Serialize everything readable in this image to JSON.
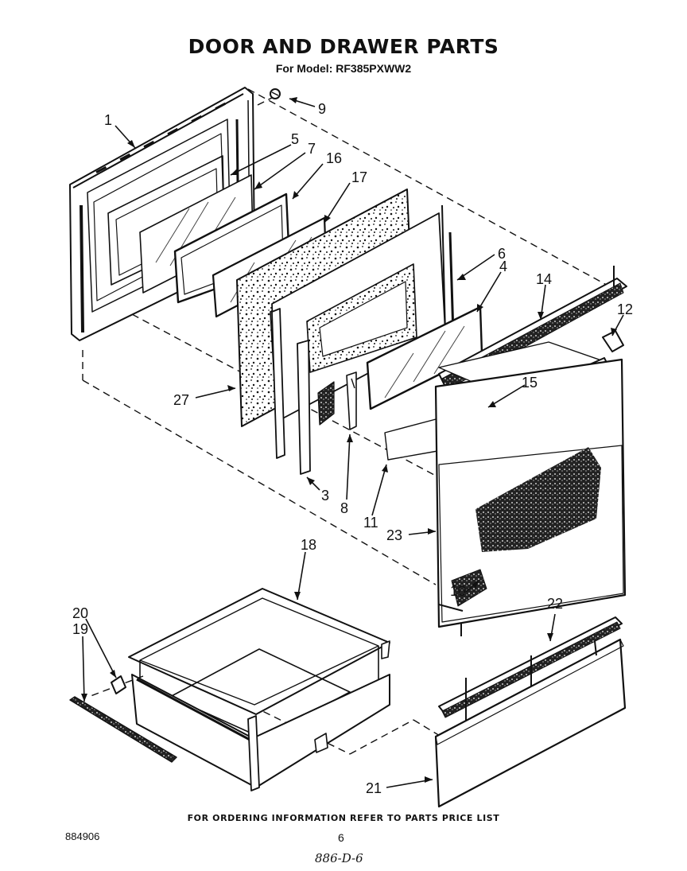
{
  "header": {
    "title": "DOOR AND DRAWER PARTS",
    "subtitle": "For Model: RF385PXWW2"
  },
  "callouts": [
    "1",
    "5",
    "7",
    "16",
    "17",
    "9",
    "6",
    "4",
    "14",
    "12",
    "15",
    "27",
    "3",
    "8",
    "11",
    "23",
    "10",
    "18",
    "20",
    "19",
    "22",
    "21"
  ],
  "footer": {
    "note": "FOR ORDERING INFORMATION REFER TO PARTS PRICE LIST",
    "doc_number": "884906",
    "page_number": "6",
    "handwritten": "886-D-6"
  }
}
